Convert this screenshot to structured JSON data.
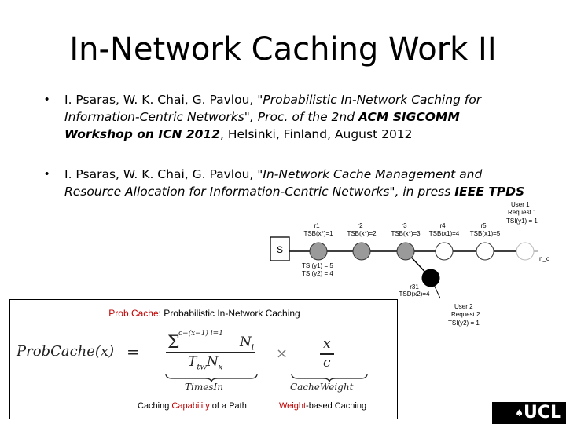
{
  "slide": {
    "title": "In-Network Caching Work II"
  },
  "references": [
    {
      "bullet": "•",
      "authors": "I. Psaras, W. K. Chai, G. Pavlou, ",
      "title_italic": "\"Probabilistic In-Network Caching for Information-Centric Networks\", Proc. of the 2nd ",
      "venue_bold": "ACM SIGCOMM Workshop on ICN 2012",
      "rest": ", Helsinki, Finland, August 2012"
    },
    {
      "bullet": "•",
      "authors": "I. Psaras, W. K. Chai, G. Pavlou, ",
      "title_italic": "\"In-Network Cache Management and Resource Allocation for Information-Centric Networks\", in press ",
      "venue_bold": "IEEE TPDS",
      "rest": ""
    }
  ],
  "diagram": {
    "server_label": "S",
    "routers": [
      {
        "name": "r1",
        "tsb": "TSB(x*)=1",
        "fill": "gray"
      },
      {
        "name": "r2",
        "tsb": "TSB(x*)=2",
        "fill": "gray"
      },
      {
        "name": "r3",
        "tsb": "TSB(x*)=3",
        "fill": "gray"
      },
      {
        "name": "r4",
        "tsb": "TSB(x1)=4",
        "fill": "white"
      },
      {
        "name": "r5",
        "tsb": "TSB(x1)=5",
        "fill": "white"
      }
    ],
    "branch_router": {
      "name": "r31",
      "tsb": "TSD(x2)=4"
    },
    "tsi_labels": [
      "TSI(y1) = 5",
      "TSI(y2) = 4"
    ],
    "user1": [
      "User 1",
      "Request 1",
      "TSI(y1) = 1"
    ],
    "user2": [
      "User 2",
      "Request 2",
      "TSI(y2) = 1"
    ],
    "edge_label": "n_c"
  },
  "probcache": {
    "title_red": "Prob.Cache",
    "title_rest": ": Probabilistic In-Network Caching",
    "lhs": "ProbCache(x)",
    "equals": "=",
    "sum_top": "Σ",
    "sum_limits": "c−(x−1) i=1",
    "sum_term": "N",
    "sum_sub": "i",
    "denominator": "T",
    "den_sub": "tw",
    "den_term": "N",
    "den_sub2": "x",
    "times_in": "TimesIn",
    "times": "×",
    "frac_num": "x",
    "frac_den": "c",
    "cache_weight": "CacheWeight",
    "caption_left_1": "Caching ",
    "caption_left_red": "Capability",
    "caption_left_2": " of a Path",
    "caption_right_red": "Weight",
    "caption_right_2": "-based Caching"
  },
  "logo": {
    "text": "UCL",
    "mark": "♠"
  }
}
